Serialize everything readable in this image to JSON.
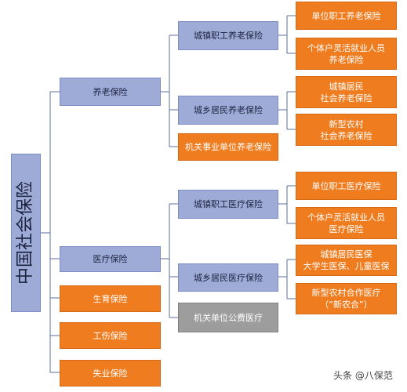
{
  "root": {
    "label": "中国社会保险"
  },
  "level1": {
    "pension": "养老保险",
    "medical": "医疗保险",
    "maternity": "生育保险",
    "injury": "工伤保险",
    "unemployment": "失业保险"
  },
  "pension_children": {
    "urban_employee": "城镇职工养老保险",
    "urban_rural_resident": "城乡居民养老保险",
    "public_institution": "机关事业单位养老保险"
  },
  "pension_leaves": {
    "unit_employee": "单位职工养老保险",
    "flexible_employment": "个体户灵活就业人员\n养老保险",
    "urban_resident": "城镇居民\n社会养老保险",
    "new_rural": "新型农村\n社会养老保险"
  },
  "medical_children": {
    "urban_employee": "城镇职工医疗保险",
    "urban_rural_resident": "城乡居民医疗保险",
    "public_unit": "机关单位公费医疗"
  },
  "medical_leaves": {
    "unit_employee": "单位职工医疗保险",
    "flexible_employment": "个体户灵活就业人员\n医疗保险",
    "urban_resident": "城镇居民医保\n大学生医保、儿童医保",
    "new_rural": "新型农村合作医疗\n（“新农合”）"
  },
  "watermark": "头条 @八保范",
  "colors": {
    "blue": "#9eabd6",
    "orange": "#ef7d1f",
    "gray": "#9d9d9d",
    "line": "#5b6d9a"
  }
}
